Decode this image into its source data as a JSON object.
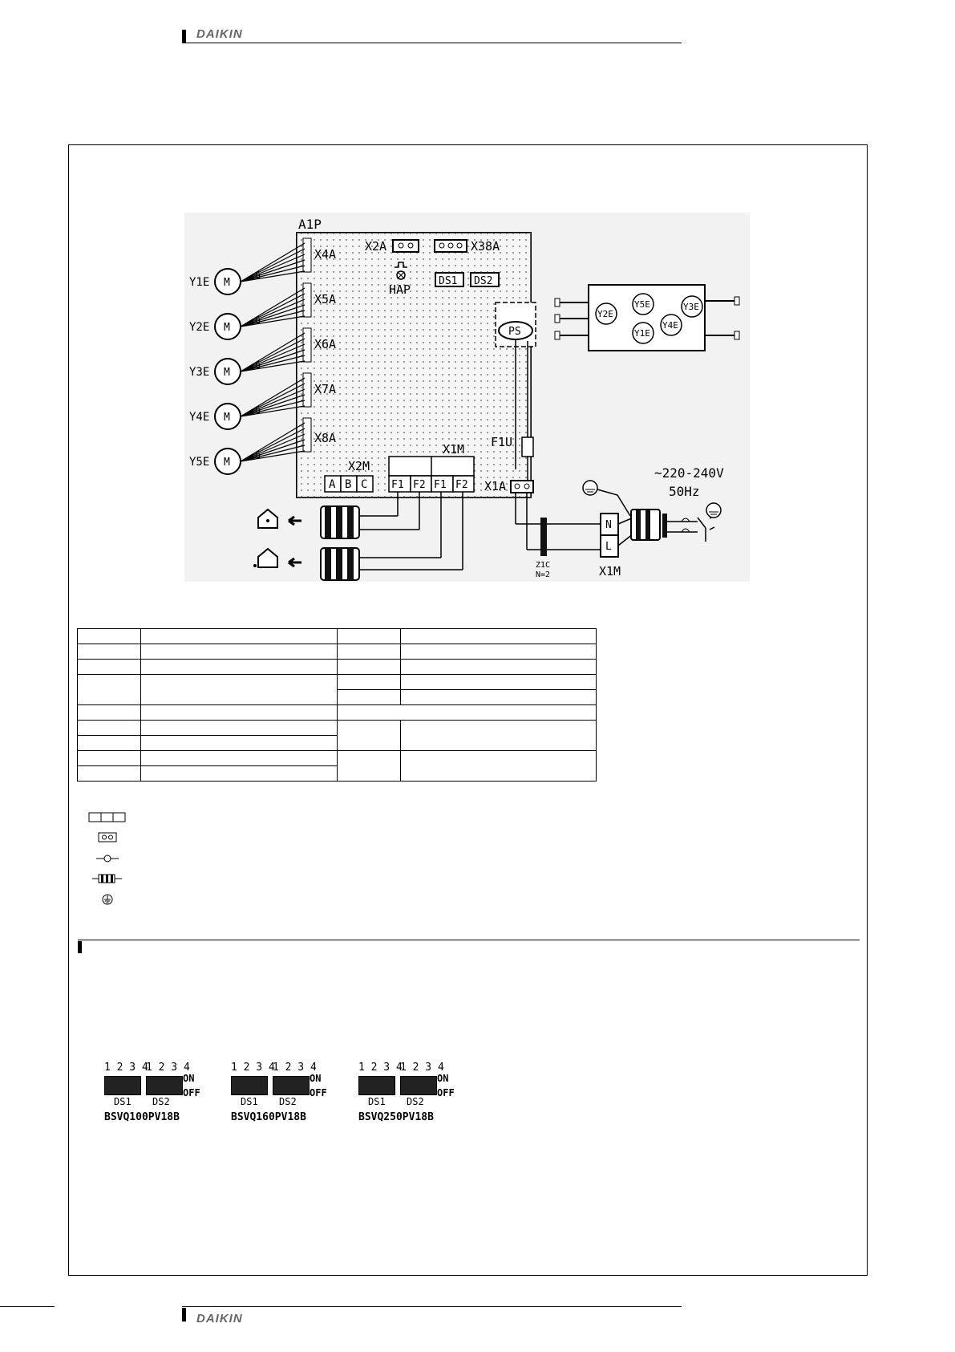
{
  "header": {
    "brand": "DAIKIN"
  },
  "footer": {
    "brand": "DAIKIN"
  },
  "diagram": {
    "pcb_label": "A1P",
    "connectors": {
      "x2a": "X2A",
      "x38a": "X38A",
      "ds1": "DS1",
      "ds2": "DS2",
      "ps": "PS",
      "hap": "HAP",
      "f1u": "F1U",
      "x1a": "X1A",
      "x2m": "X2M",
      "x1m": "X1M"
    },
    "motor_connectors": [
      "X4A",
      "X5A",
      "X6A",
      "X7A",
      "X8A"
    ],
    "motors": [
      "Y1E",
      "Y2E",
      "Y3E",
      "Y4E",
      "Y5E"
    ],
    "motor_symbol": "M",
    "wire_count": "6",
    "x2m_terminals": [
      "A",
      "B",
      "C"
    ],
    "x1m_terminals": [
      "F1",
      "F2",
      "F1",
      "F2"
    ],
    "valve_box": [
      "Y2E",
      "Y5E",
      "Y3E",
      "Y1E",
      "Y4E"
    ],
    "power": {
      "voltage": "~220-240V",
      "freq": "50Hz",
      "n": "N",
      "l": "L",
      "x1m": "X1M"
    },
    "ferrite": {
      "name": "Z1C",
      "n": "N=2"
    }
  },
  "settings": {
    "on": "ON",
    "off": "OFF",
    "ds1": "DS1",
    "ds2": "DS2",
    "digits": "1 2 3 4",
    "models": [
      "BSVQ100PV18B",
      "BSVQ160PV18B",
      "BSVQ250PV18B"
    ]
  }
}
